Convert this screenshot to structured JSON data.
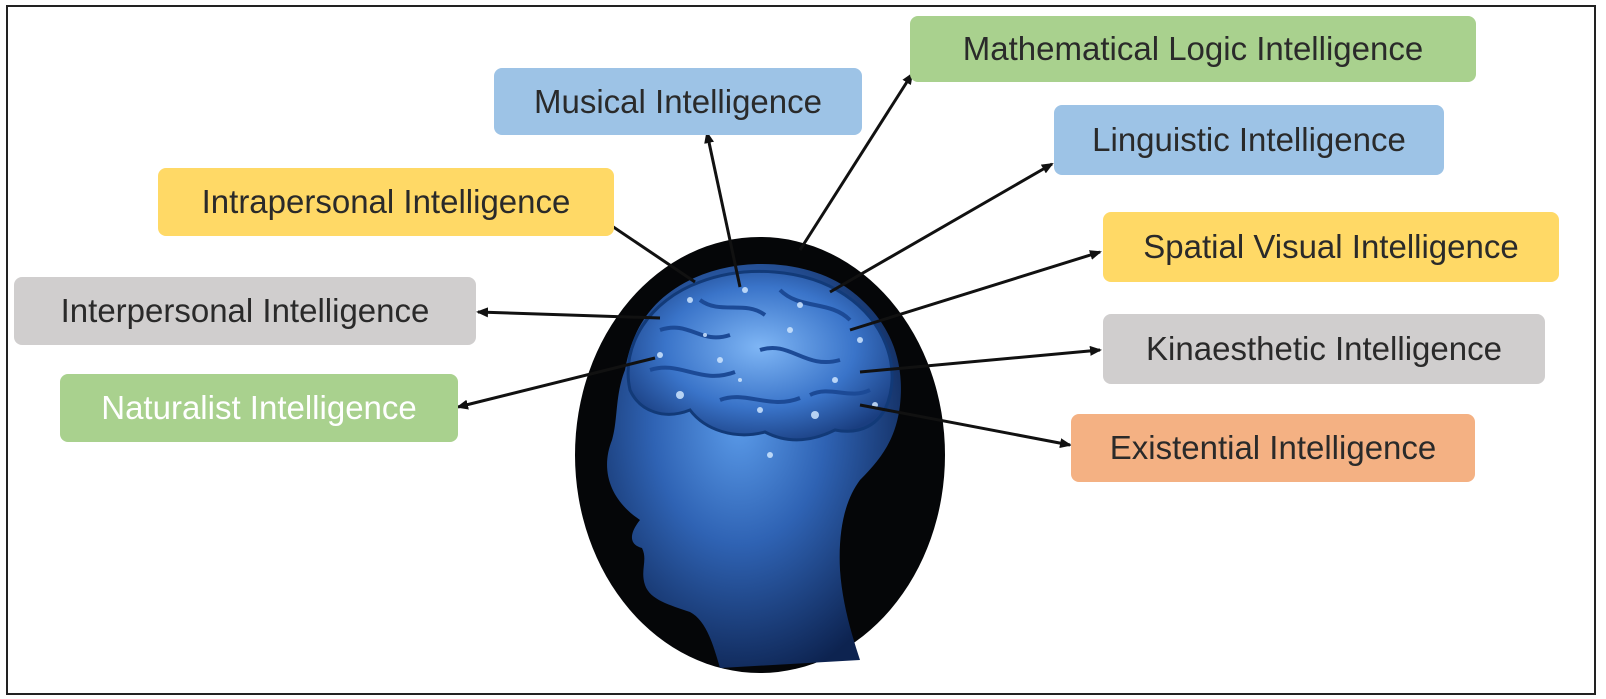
{
  "labels": {
    "mathematical": "Mathematical Logic Intelligence",
    "musical": "Musical Intelligence",
    "linguistic": "Linguistic Intelligence",
    "intrapersonal": "Intrapersonal Intelligence",
    "spatial": "Spatial Visual Intelligence",
    "interpersonal": "Interpersonal Intelligence",
    "kinaesthetic": "Kinaesthetic Intelligence",
    "naturalist": "Naturalist Intelligence",
    "existential": "Existential Intelligence"
  },
  "colors": {
    "green": "#a9d18e",
    "blue": "#9dc3e6",
    "yellow": "#ffd966",
    "gray": "#d0cece",
    "orange": "#f4b183",
    "head_dark": "#0a1a3a",
    "head_light": "#4a86d8"
  },
  "icons": [
    "human-head-brain-icon"
  ]
}
